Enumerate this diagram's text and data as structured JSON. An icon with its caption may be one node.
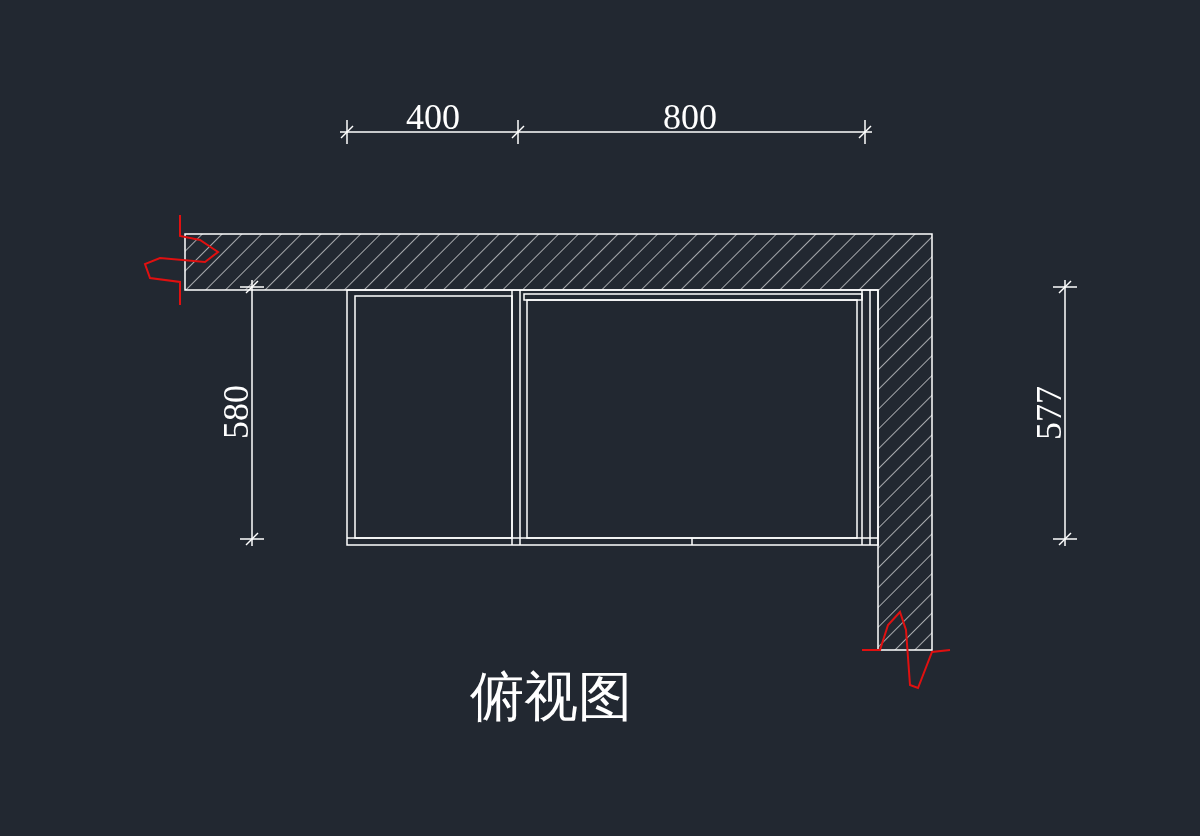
{
  "diagram": {
    "caption": "俯视图",
    "labels": [
      "400",
      "800",
      "580",
      "577"
    ]
  }
}
